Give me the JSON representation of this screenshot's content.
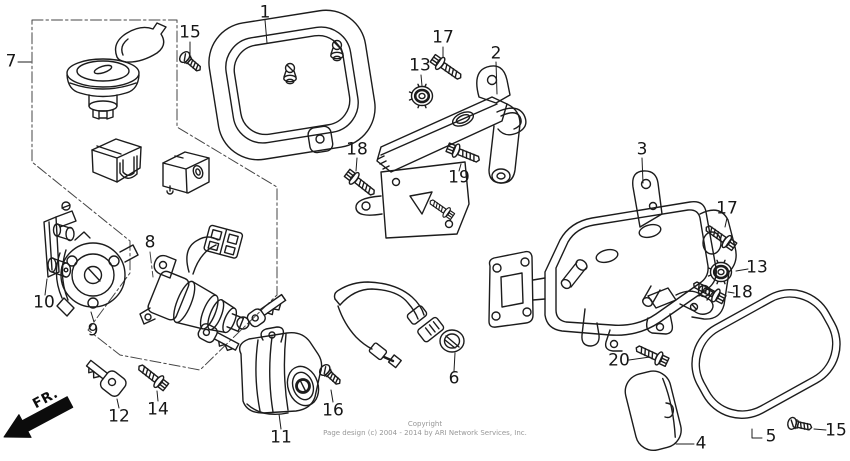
{
  "diagram": {
    "kind": "exploded-parts-diagram",
    "fr_indicator": "FR.",
    "callouts": [
      {
        "label": "1"
      },
      {
        "label": "2"
      },
      {
        "label": "3"
      },
      {
        "label": "4"
      },
      {
        "label": "5"
      },
      {
        "label": "6"
      },
      {
        "label": "7"
      },
      {
        "label": "8"
      },
      {
        "label": "9"
      },
      {
        "label": "10"
      },
      {
        "label": "11"
      },
      {
        "label": "12"
      },
      {
        "label": "13"
      },
      {
        "label": "13"
      },
      {
        "label": "14"
      },
      {
        "label": "15"
      },
      {
        "label": "15"
      },
      {
        "label": "16"
      },
      {
        "label": "17"
      },
      {
        "label": "17"
      },
      {
        "label": "18"
      },
      {
        "label": "18"
      },
      {
        "label": "19"
      },
      {
        "label": "20"
      }
    ],
    "line_color": "#1c1c1c",
    "phantom_line_color": "#454545"
  },
  "footer": {
    "copyright_line1": "Copyright",
    "copyright_line2": "Page design (c) 2004 - 2014 by ARI Network Services, Inc."
  }
}
